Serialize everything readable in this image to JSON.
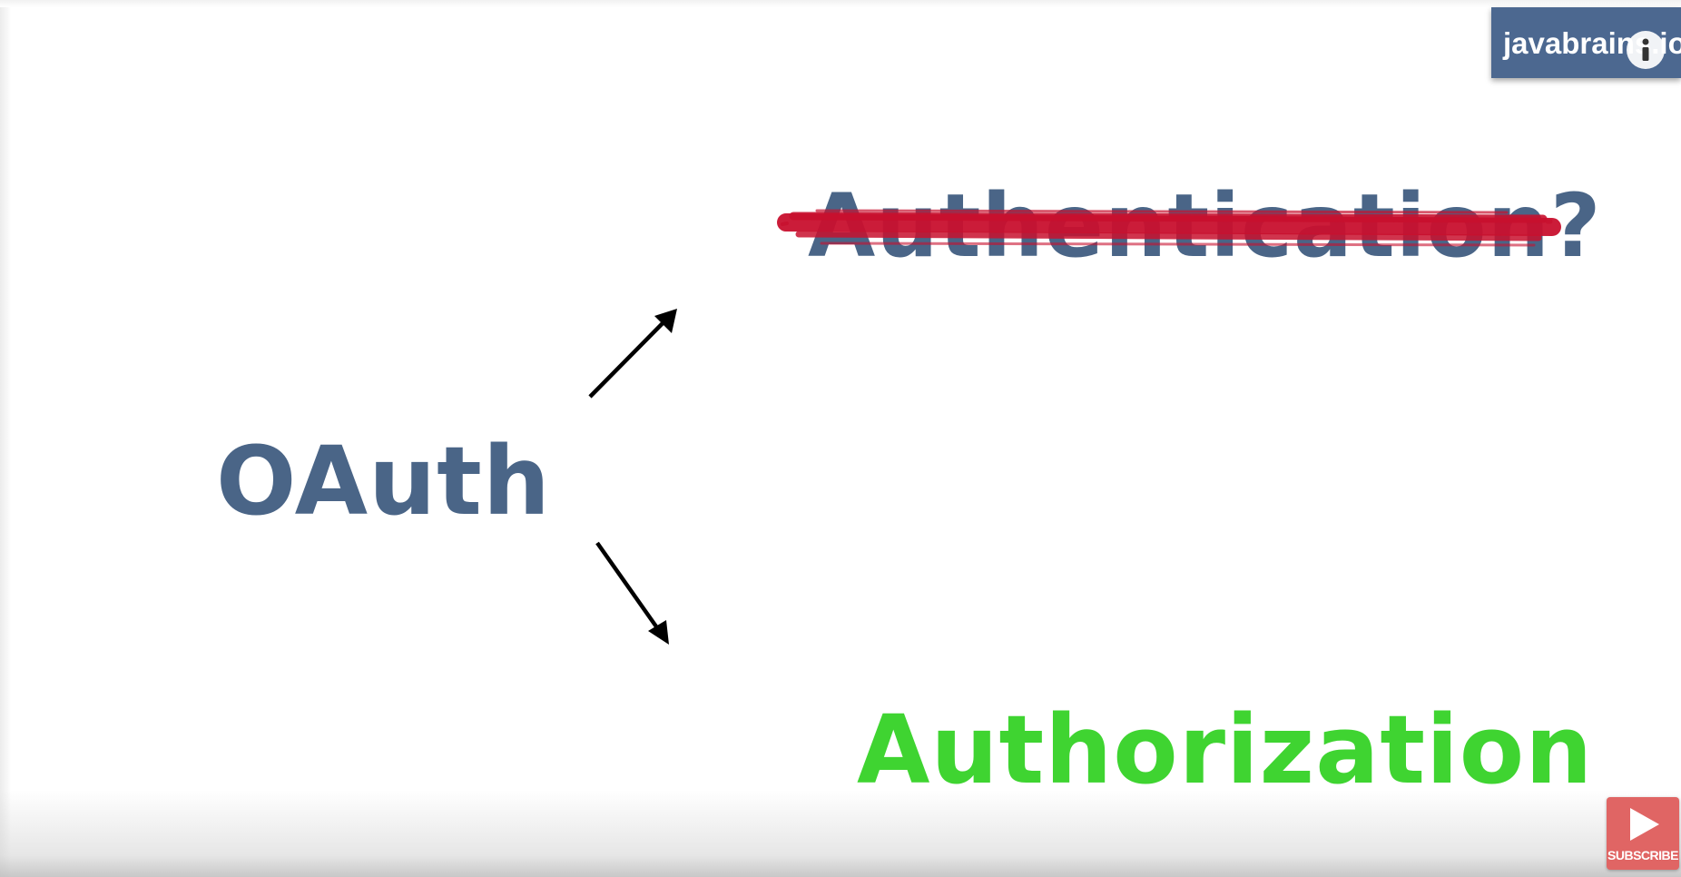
{
  "slide": {
    "oauth": "OAuth",
    "authentication": "Authentication?",
    "authorization": "Authorization"
  },
  "overlay": {
    "brand": "javabrains.io",
    "subscribe_label": "SUBSCRIBE"
  },
  "colors": {
    "slate_text": "#4a6587",
    "green_text": "#3fd431",
    "strike_red": "#c8102e",
    "badge_bg": "#4c6890",
    "subscribe_bg": "#e06564"
  },
  "icons": {
    "info": "info-icon",
    "play": "play-icon",
    "arrow_up": "arrow-up-right-icon",
    "arrow_down": "arrow-down-right-icon"
  }
}
